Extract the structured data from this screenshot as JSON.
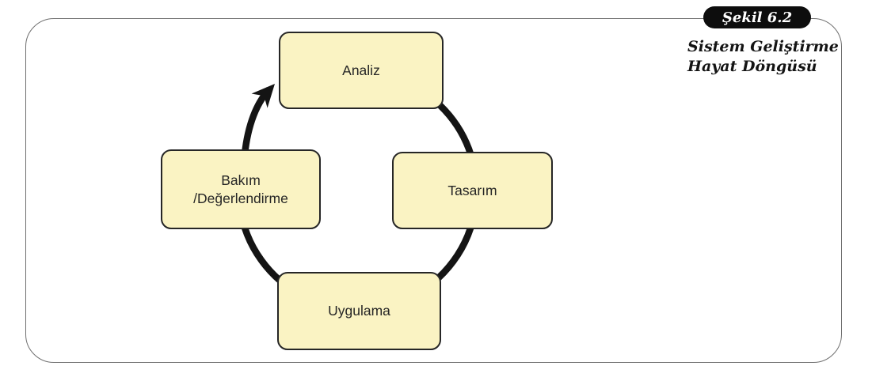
{
  "figure": {
    "badge": "Şekil 6.2",
    "caption": "Sistem Geliştirme\nHayat Döngüsü"
  },
  "diagram": {
    "type": "cycle",
    "direction": "clockwise",
    "nodes": [
      {
        "id": "analiz",
        "label": "Analiz",
        "position": "top"
      },
      {
        "id": "tasarim",
        "label": "Tasarım",
        "position": "right"
      },
      {
        "id": "uygulama",
        "label": "Uygulama",
        "position": "bottom"
      },
      {
        "id": "bakim",
        "label": "Bakım\n/Değerlendirme",
        "position": "left"
      }
    ],
    "arrowhead": "points from Bakım/Değerlendirme up into Analiz"
  },
  "colors": {
    "node_fill": "#faf3c3",
    "node_border": "#262626",
    "arrow": "#141414",
    "frame_border": "#6f6f6f",
    "badge_bg": "#0d0d0d",
    "badge_text": "#ffffff"
  }
}
